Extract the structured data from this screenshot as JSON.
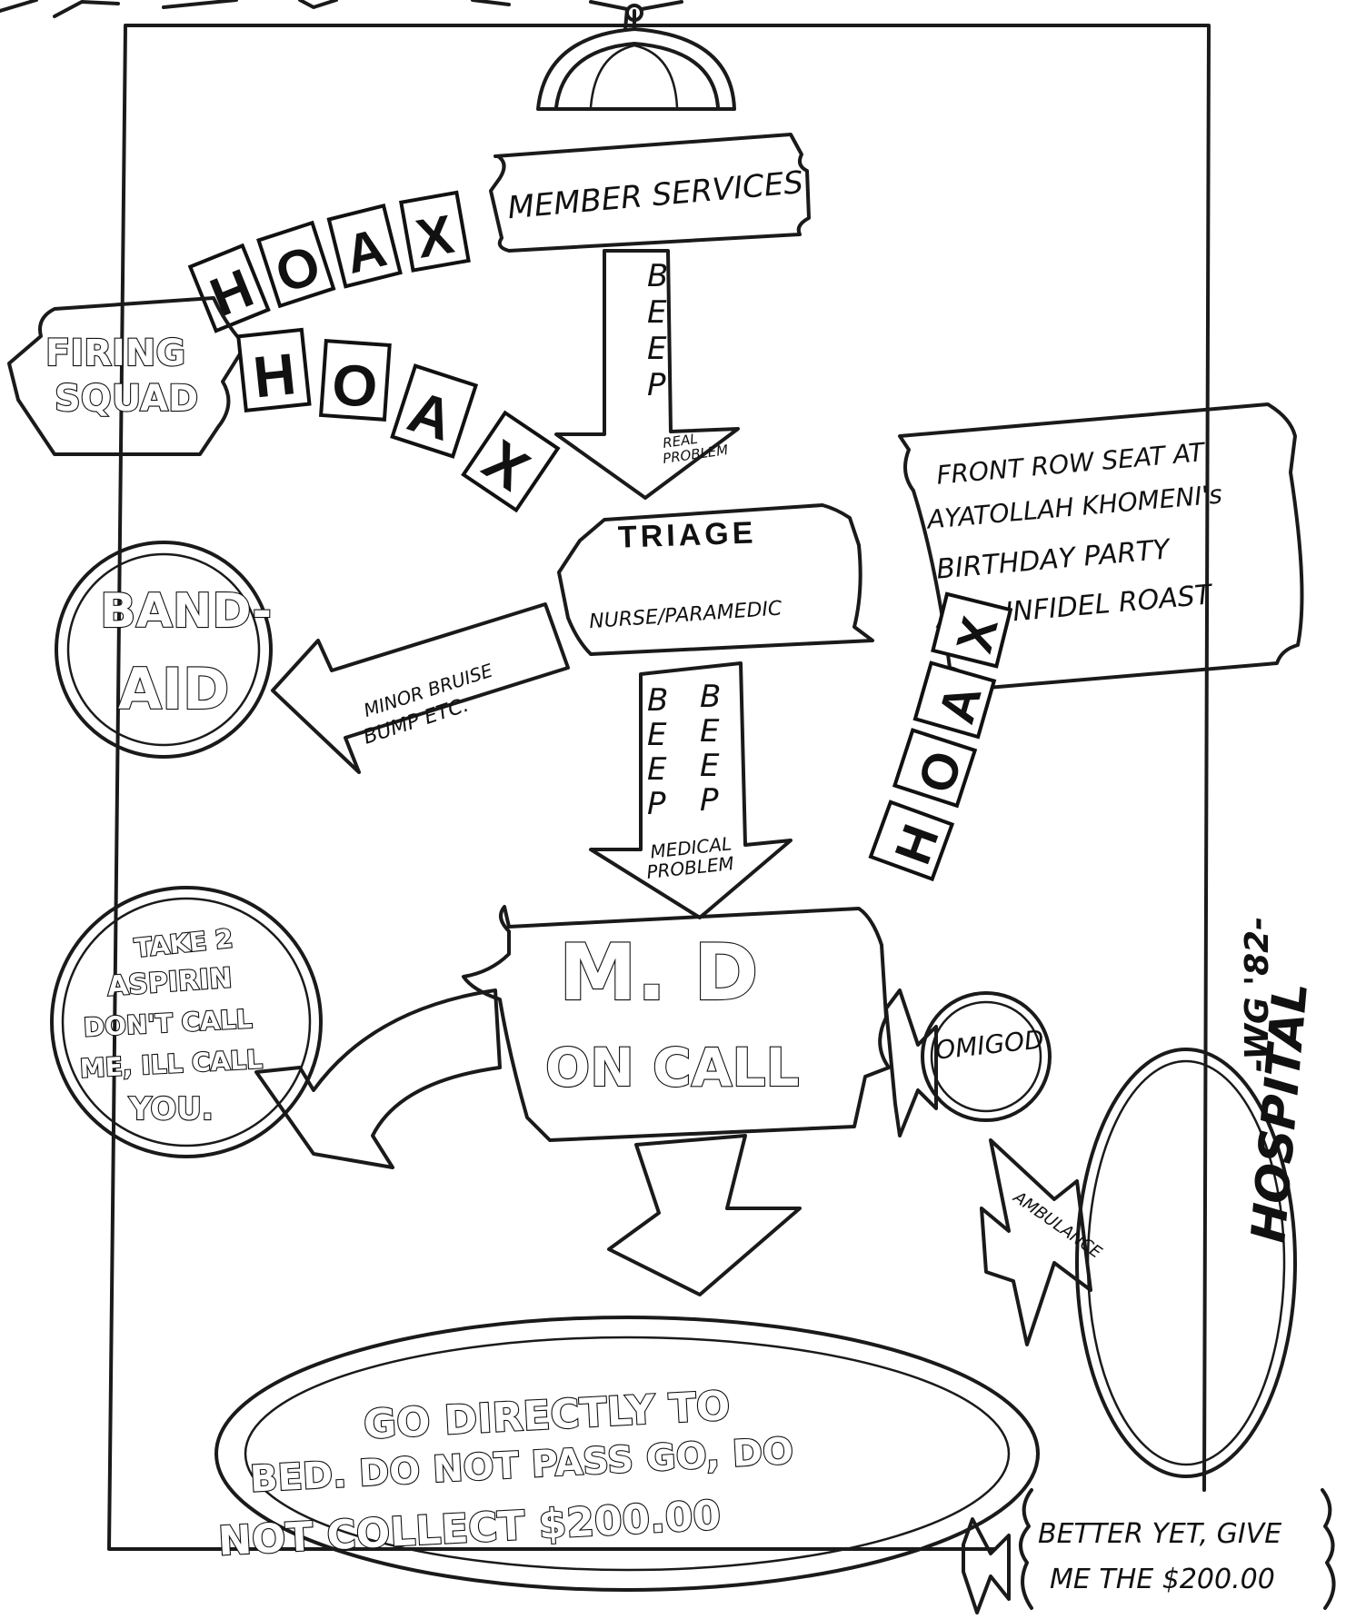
{
  "top_box": "MEMBER SERVICES",
  "hoax": "HOAX",
  "hoax_letters": [
    "H",
    "O",
    "A",
    "X"
  ],
  "firing_squad": [
    "FIRING",
    "SQUAD"
  ],
  "beep": "BEEP",
  "beep_letters": [
    "B",
    "E",
    "E",
    "P"
  ],
  "real_problem": [
    "REAL",
    "PROBLEM"
  ],
  "triage": {
    "title": "TRIAGE",
    "subtitle": "NURSE/PARAMEDIC"
  },
  "front_row": [
    "FRONT ROW SEAT AT",
    "AYATOLLAH KHOMENI's",
    "BIRTHDAY PARTY",
    "AND INFIDEL ROAST"
  ],
  "band_aid": [
    "BAND-",
    "AID"
  ],
  "minor": [
    "MINOR BRUISE",
    "BUMP ETC."
  ],
  "medical_problem": [
    "MEDICAL",
    "PROBLEM"
  ],
  "md": {
    "title": "M. D",
    "subtitle": "ON CALL"
  },
  "aspirin": [
    "TAKE 2",
    "ASPIRIN",
    "DON'T CALL",
    "ME, ILL CALL",
    "YOU."
  ],
  "omigod": "OMIGOD",
  "hospital": "HOSPITAL",
  "ambulance": "AMBULANCE",
  "go_directly": [
    "GO DIRECTLY TO",
    "BED. DO NOT PASS GO, DO",
    "NOT COLLECT $200.00"
  ],
  "better_yet": [
    "BETTER YET, GIVE",
    "ME THE $200.00"
  ],
  "signature": "-WG '82-"
}
